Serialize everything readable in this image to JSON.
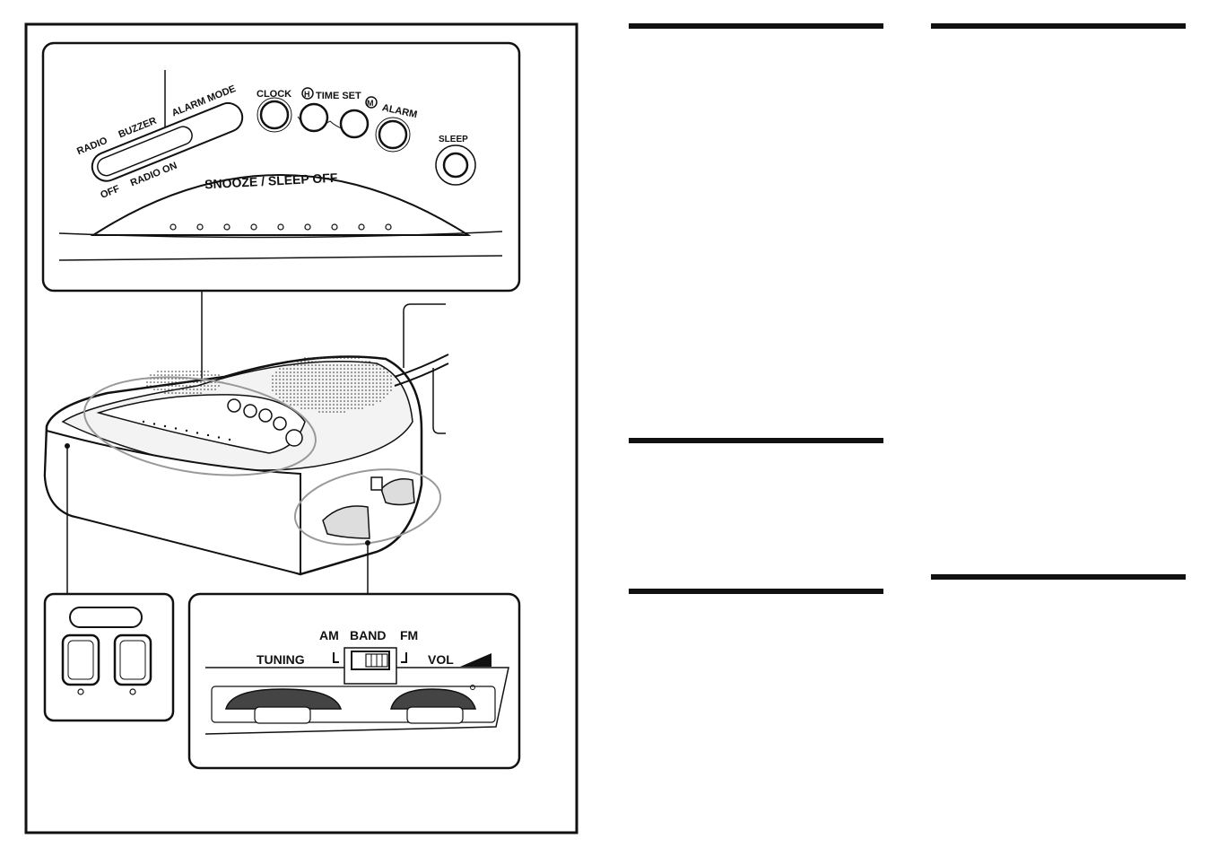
{
  "top_panel": {
    "slider_labels": [
      "RADIO",
      "BUZZER",
      "ALARM MODE",
      "OFF",
      "RADIO ON"
    ],
    "buttons": [
      "CLOCK",
      "TIME SET",
      "ALARM",
      "SLEEP"
    ],
    "time_set_h": "H",
    "time_set_m": "M",
    "bar_label": "SNOOZE / SLEEP OFF",
    "dot_count": 9
  },
  "bottom_panel": {
    "am": "AM",
    "band": "BAND",
    "fm": "FM",
    "tuning": "TUNING",
    "vol": "VOL"
  },
  "section_rules": [
    "rule-1",
    "rule-2",
    "rule-3",
    "rule-4",
    "rule-5"
  ]
}
